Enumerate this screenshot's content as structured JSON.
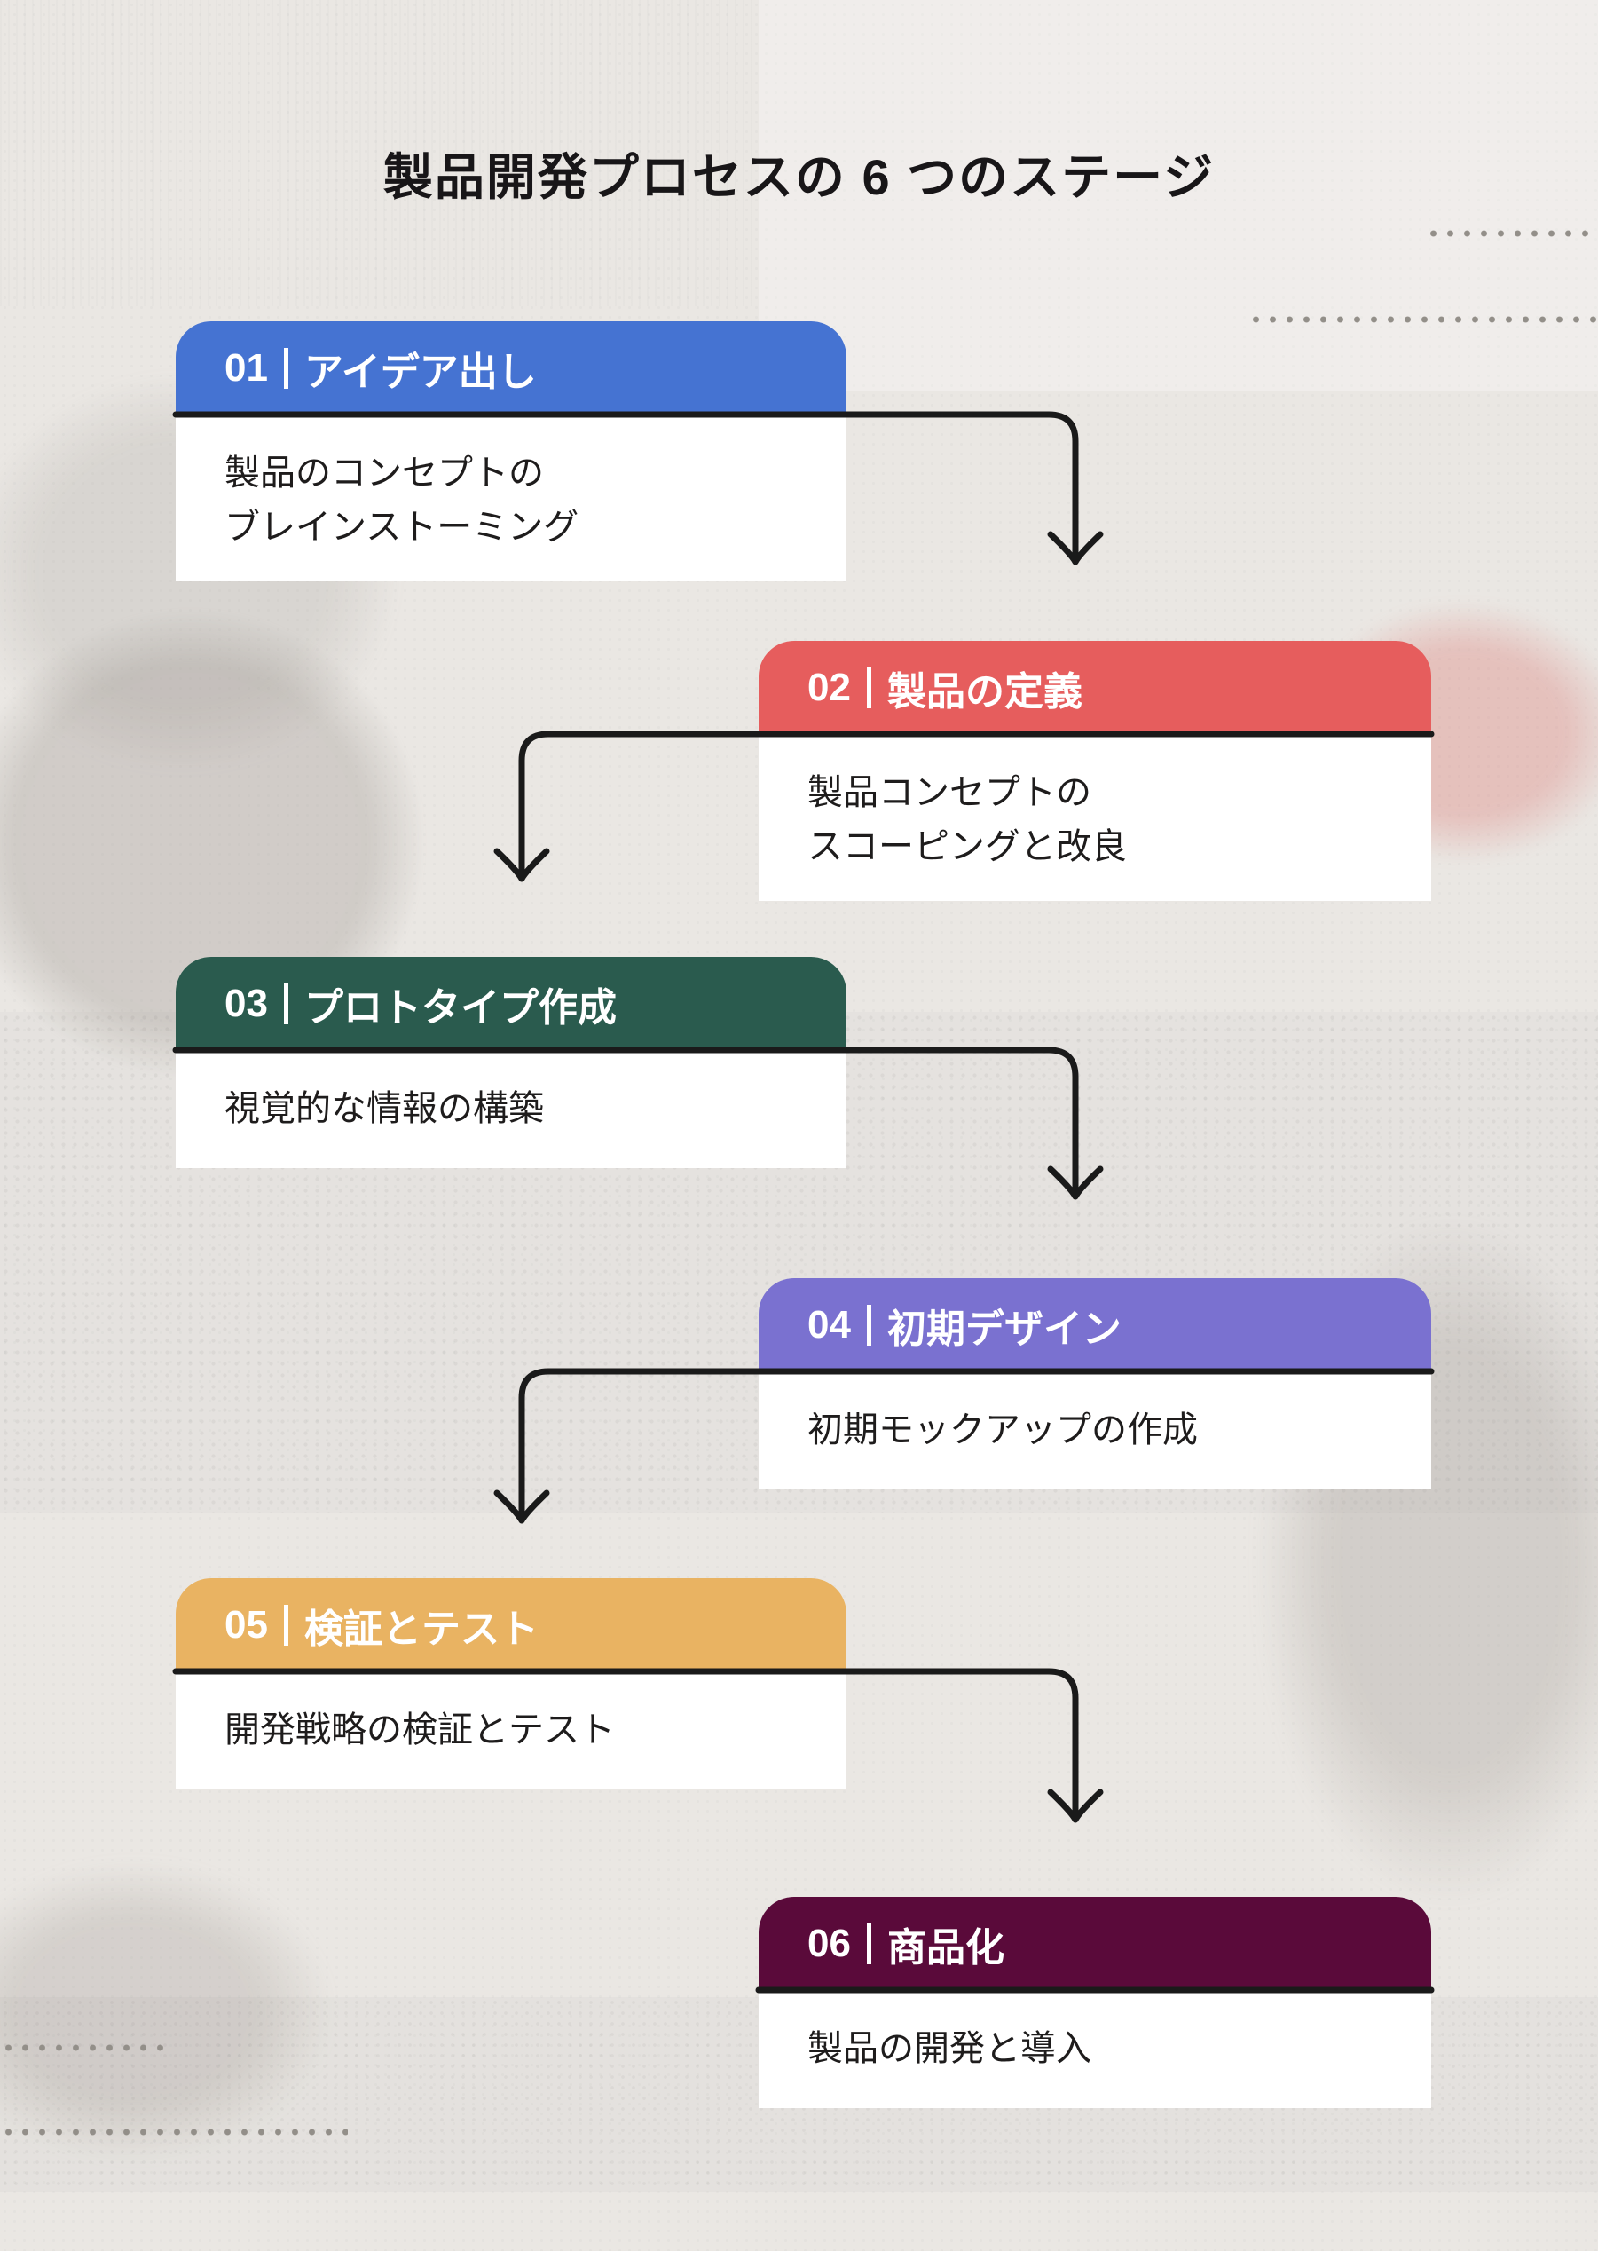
{
  "page": {
    "title": "製品開発プロセスの 6 つのステージ",
    "background_color": "#eae7e3",
    "arrow_color": "#1a1a1a",
    "card_body_color": "#ffffff",
    "title_color": "#181618",
    "dot_color": "#938f89"
  },
  "stages": [
    {
      "num": "01",
      "title": "アイデア出し",
      "color": "#4573d2",
      "text_color": "#ffffff",
      "description_lines": [
        "製品のコンセプトの",
        "ブレインストーミング"
      ]
    },
    {
      "num": "02",
      "title": "製品の定義",
      "color": "#e65d5d",
      "text_color": "#ffffff",
      "description_lines": [
        "製品コンセプトの",
        "スコーピングと改良"
      ]
    },
    {
      "num": "03",
      "title": "プロトタイプ作成",
      "color": "#2a5b4e",
      "text_color": "#ffffff",
      "description_lines": [
        "視覚的な情報の構築"
      ]
    },
    {
      "num": "04",
      "title": "初期デザイン",
      "color": "#7a71d0",
      "text_color": "#ffffff",
      "description_lines": [
        "初期モックアップの作成"
      ]
    },
    {
      "num": "05",
      "title": "検証とテスト",
      "color": "#e9b362",
      "text_color": "#ffffff",
      "description_lines": [
        "開発戦略の検証とテスト"
      ]
    },
    {
      "num": "06",
      "title": "商品化",
      "color": "#5a0a3a",
      "text_color": "#ffffff",
      "description_lines": [
        "製品の開発と導入"
      ]
    }
  ]
}
